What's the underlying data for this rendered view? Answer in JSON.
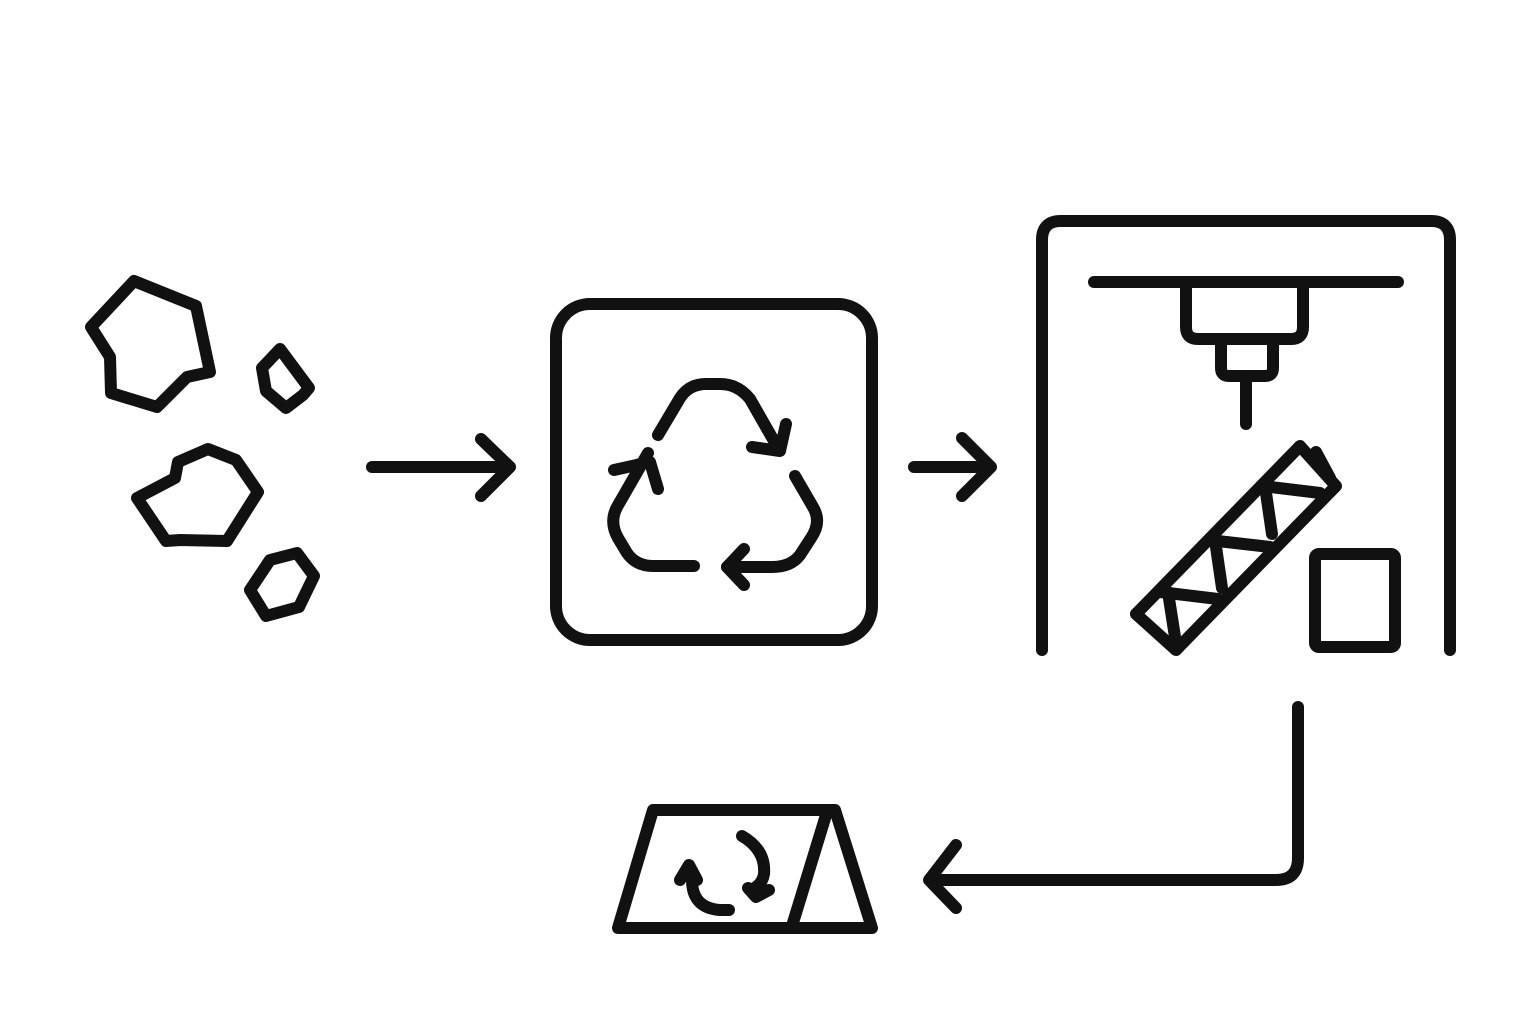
{
  "diagram": {
    "stroke_color": "#111111",
    "background": "#ffffff",
    "stages": [
      {
        "id": "raw-fragments",
        "icon": "rock-fragments-icon"
      },
      {
        "id": "recycling",
        "icon": "recycle-icon"
      },
      {
        "id": "3d-printer",
        "icon": "3d-printer-icon"
      },
      {
        "id": "recycled-product",
        "icon": "tent-recycle-icon"
      }
    ],
    "connections": [
      {
        "from": "raw-fragments",
        "to": "recycling",
        "icon": "arrow-right-icon"
      },
      {
        "from": "recycling",
        "to": "3d-printer",
        "icon": "arrow-right-icon"
      },
      {
        "from": "3d-printer",
        "to": "recycled-product",
        "icon": "arrow-down-left-icon"
      }
    ]
  }
}
